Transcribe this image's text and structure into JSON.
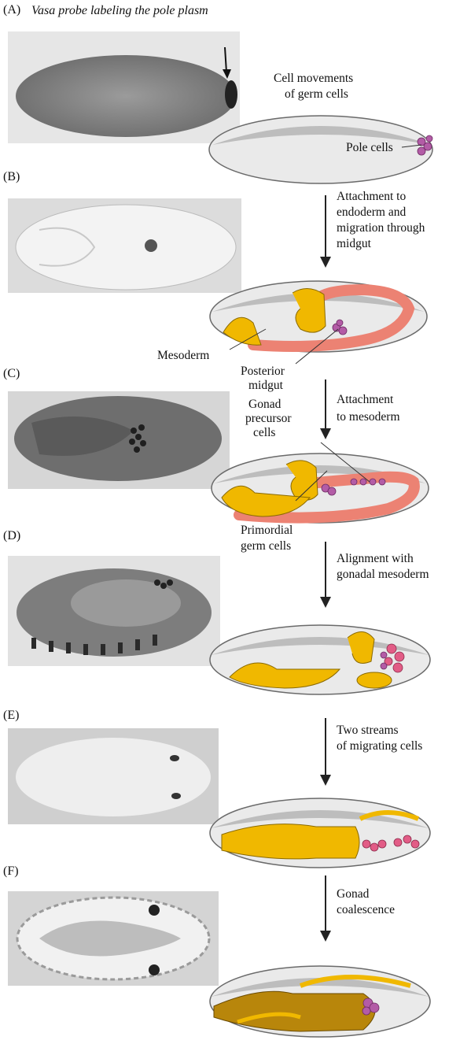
{
  "panels": {
    "a": "(A)",
    "a_title": "Vasa probe labeling the pole plasm",
    "b": "(B)",
    "c": "(C)",
    "d": "(D)",
    "e": "(E)",
    "f": "(F)"
  },
  "labels": {
    "cell_movements_1": "Cell movements",
    "cell_movements_2": "of germ cells",
    "pole_cells": "Pole cells",
    "mesoderm": "Mesoderm",
    "posterior_1": "Posterior",
    "posterior_2": "midgut",
    "gonad_1": "Gonad",
    "gonad_2": "precursor",
    "gonad_3": "cells",
    "primordial_1": "Primordial",
    "primordial_2": "germ cells"
  },
  "steps": [
    {
      "lines": [
        "Attachment to",
        "endoderm and",
        "migration through",
        "midgut"
      ]
    },
    {
      "lines": [
        "Attachment",
        "to mesoderm"
      ]
    },
    {
      "lines": [
        "Alignment with",
        "gonadal mesoderm"
      ]
    },
    {
      "lines": [
        "Two streams",
        "of migrating cells"
      ]
    },
    {
      "lines": [
        "Gonad",
        "coalescence"
      ]
    }
  ],
  "colors": {
    "embryo_fill": "#eaeaea",
    "embryo_top": "#bdbdbd",
    "endoderm": "#f0b800",
    "mesoderm_red": "#ec8273",
    "germ_cells": "#b35ca6"
  }
}
